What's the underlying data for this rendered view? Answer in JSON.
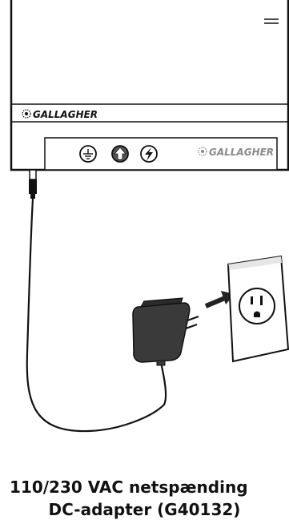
{
  "brand": {
    "name": "GALLAGHER"
  },
  "controller": {
    "front_panel_icons": [
      "ground-terminal-icon",
      "fence-terminal-icon",
      "power-lightning-icon"
    ],
    "menu_icon": "menu-lines-icon"
  },
  "caption": {
    "line1": "110/230 VAC netspænding",
    "line2": "DC-adapter (G40132)"
  },
  "colors": {
    "outline": "#111111",
    "adapter_body": "#3a3a3a",
    "arrow": "#222222",
    "background": "#ffffff"
  }
}
